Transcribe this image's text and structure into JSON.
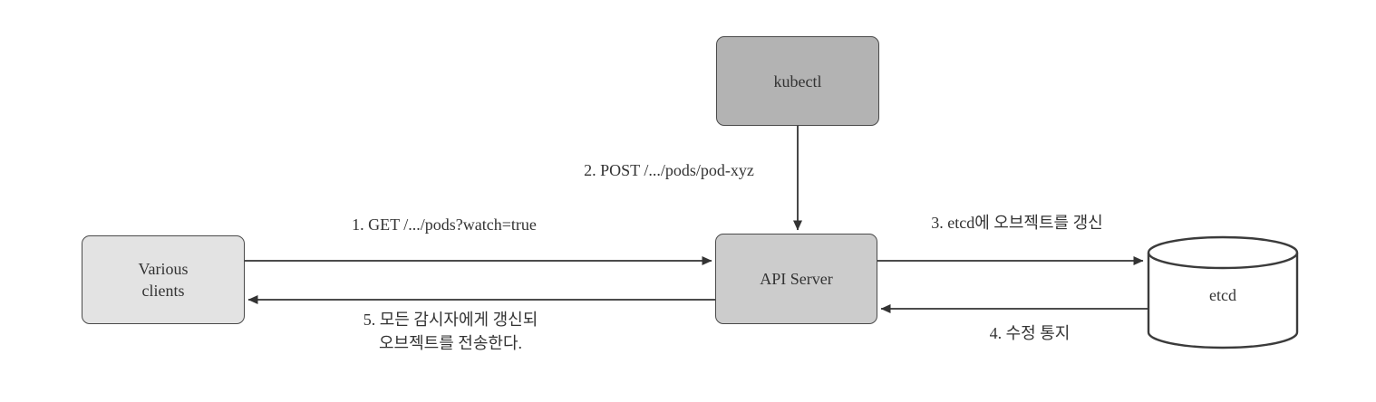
{
  "diagram": {
    "title_hint": "Kubernetes watch mechanism flow diagram",
    "nodes": {
      "kubectl": {
        "label": "kubectl"
      },
      "api_server": {
        "label": "API Server"
      },
      "various_clients": {
        "lines": [
          "Various",
          "clients"
        ]
      },
      "etcd": {
        "label": "etcd"
      }
    },
    "edges": {
      "get_watch": {
        "label": "1. GET /.../pods?watch=true"
      },
      "post_pod": {
        "label": "2. POST /.../pods/pod-xyz"
      },
      "update_etcd": {
        "label": "3. etcd에 오브젝트를 갱신"
      },
      "modify_notice": {
        "label": "4. 수정 통지"
      },
      "send_watchers": {
        "lines": [
          "5. 모든 감시자에게 갱신되",
          "오브젝트를 전송한다."
        ]
      }
    },
    "colors": {
      "kubectl_fill": "#b3b3b3",
      "api_server_fill": "#cccccc",
      "clients_fill": "#e3e3e3",
      "etcd_fill": "#ffffff",
      "node_stroke": "#4a4a4a",
      "arrow": "#333333",
      "text": "#333333",
      "background": "#ffffff"
    }
  }
}
